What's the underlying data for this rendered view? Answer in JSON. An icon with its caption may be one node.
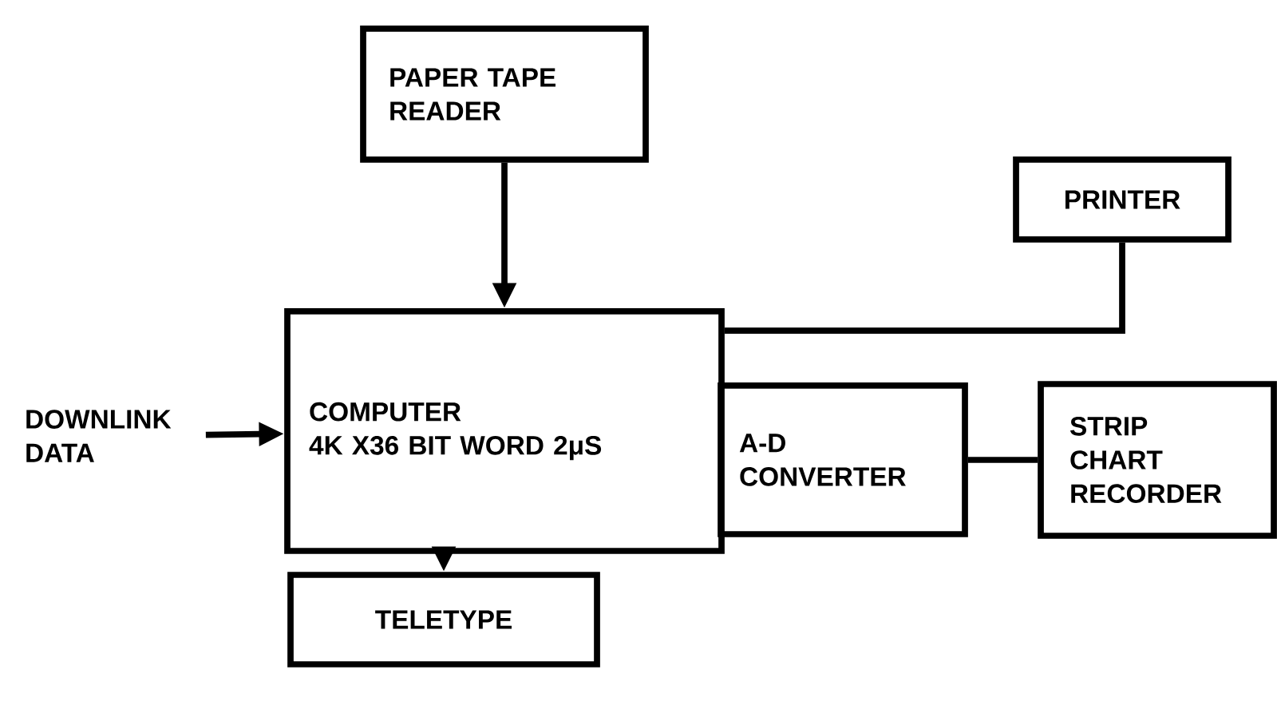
{
  "diagram": {
    "nodes": [
      {
        "text": [
          "PAPER TAPE READER"
        ]
      },
      {
        "text": [
          "PRINTER"
        ]
      },
      {
        "text": [
          "DOWNLINK DATA"
        ]
      },
      {
        "text": [
          "COMPUTER",
          "4K X36 BIT WORD 2μS"
        ]
      },
      {
        "text": [
          "A-D CONVERTER"
        ]
      },
      {
        "text": [
          "STRIP CHART RECORDER"
        ]
      },
      {
        "text": [
          "TELETYPE"
        ]
      }
    ],
    "edges": [
      {
        "from": 0,
        "to": 3,
        "arrow": "to"
      },
      {
        "from": 3,
        "to": 1,
        "arrow": "none"
      },
      {
        "from": 2,
        "to": 3,
        "arrow": "to"
      },
      {
        "from": 3,
        "to": 6,
        "arrow": "to"
      },
      {
        "from": 4,
        "to": 5,
        "arrow": "none"
      }
    ]
  }
}
